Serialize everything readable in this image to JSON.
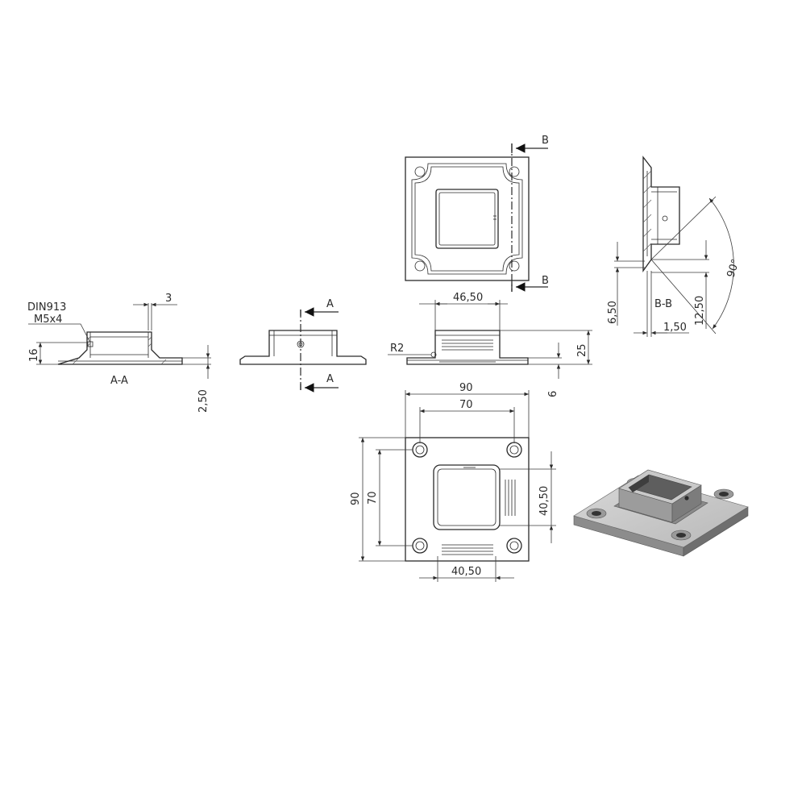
{
  "fastener_note": {
    "line1": "DIN913",
    "line2": "M5x4"
  },
  "section_labels": {
    "aa": "A-A",
    "bb": "B-B"
  },
  "cut_markers": {
    "a": "A",
    "b": "B"
  },
  "dimensions": {
    "wall_thickness": "3",
    "flange_height": "16",
    "plate_thickness": "2,50",
    "tube_outer": "46,50",
    "radius": "R2",
    "total_height": "25",
    "plate_height": "6",
    "plate_width": "90",
    "hole_spacing": "70",
    "tube_width": "40,50",
    "tube_depth": "40,50",
    "hole_diameter": "6,50",
    "counterbore_diameter": "12,50",
    "countersink_depth": "1,50",
    "countersink_angle": "90°"
  }
}
